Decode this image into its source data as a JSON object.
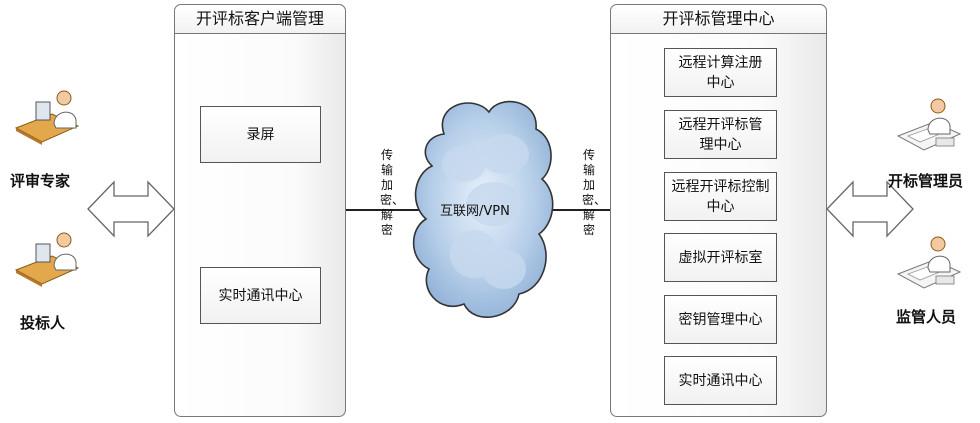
{
  "left_panel": {
    "title": "开评标客户端管理",
    "nodes": [
      "录屏",
      "实时通讯中心"
    ]
  },
  "right_panel": {
    "title": "开评标管理中心",
    "nodes": [
      "远程计算注册\n中心",
      "远程开评标管\n理中心",
      "远程开评标控制\n中心",
      "虚拟开评标室",
      "密钥管理中心",
      "实时通讯中心"
    ]
  },
  "cloud": {
    "label": "互联网/VPN"
  },
  "link_labels": {
    "left": "传输加密、解密",
    "right": "传输加密、解密"
  },
  "left_roles": [
    "评审专家",
    "投标人"
  ],
  "right_roles": [
    "开标管理员",
    "监管人员"
  ]
}
